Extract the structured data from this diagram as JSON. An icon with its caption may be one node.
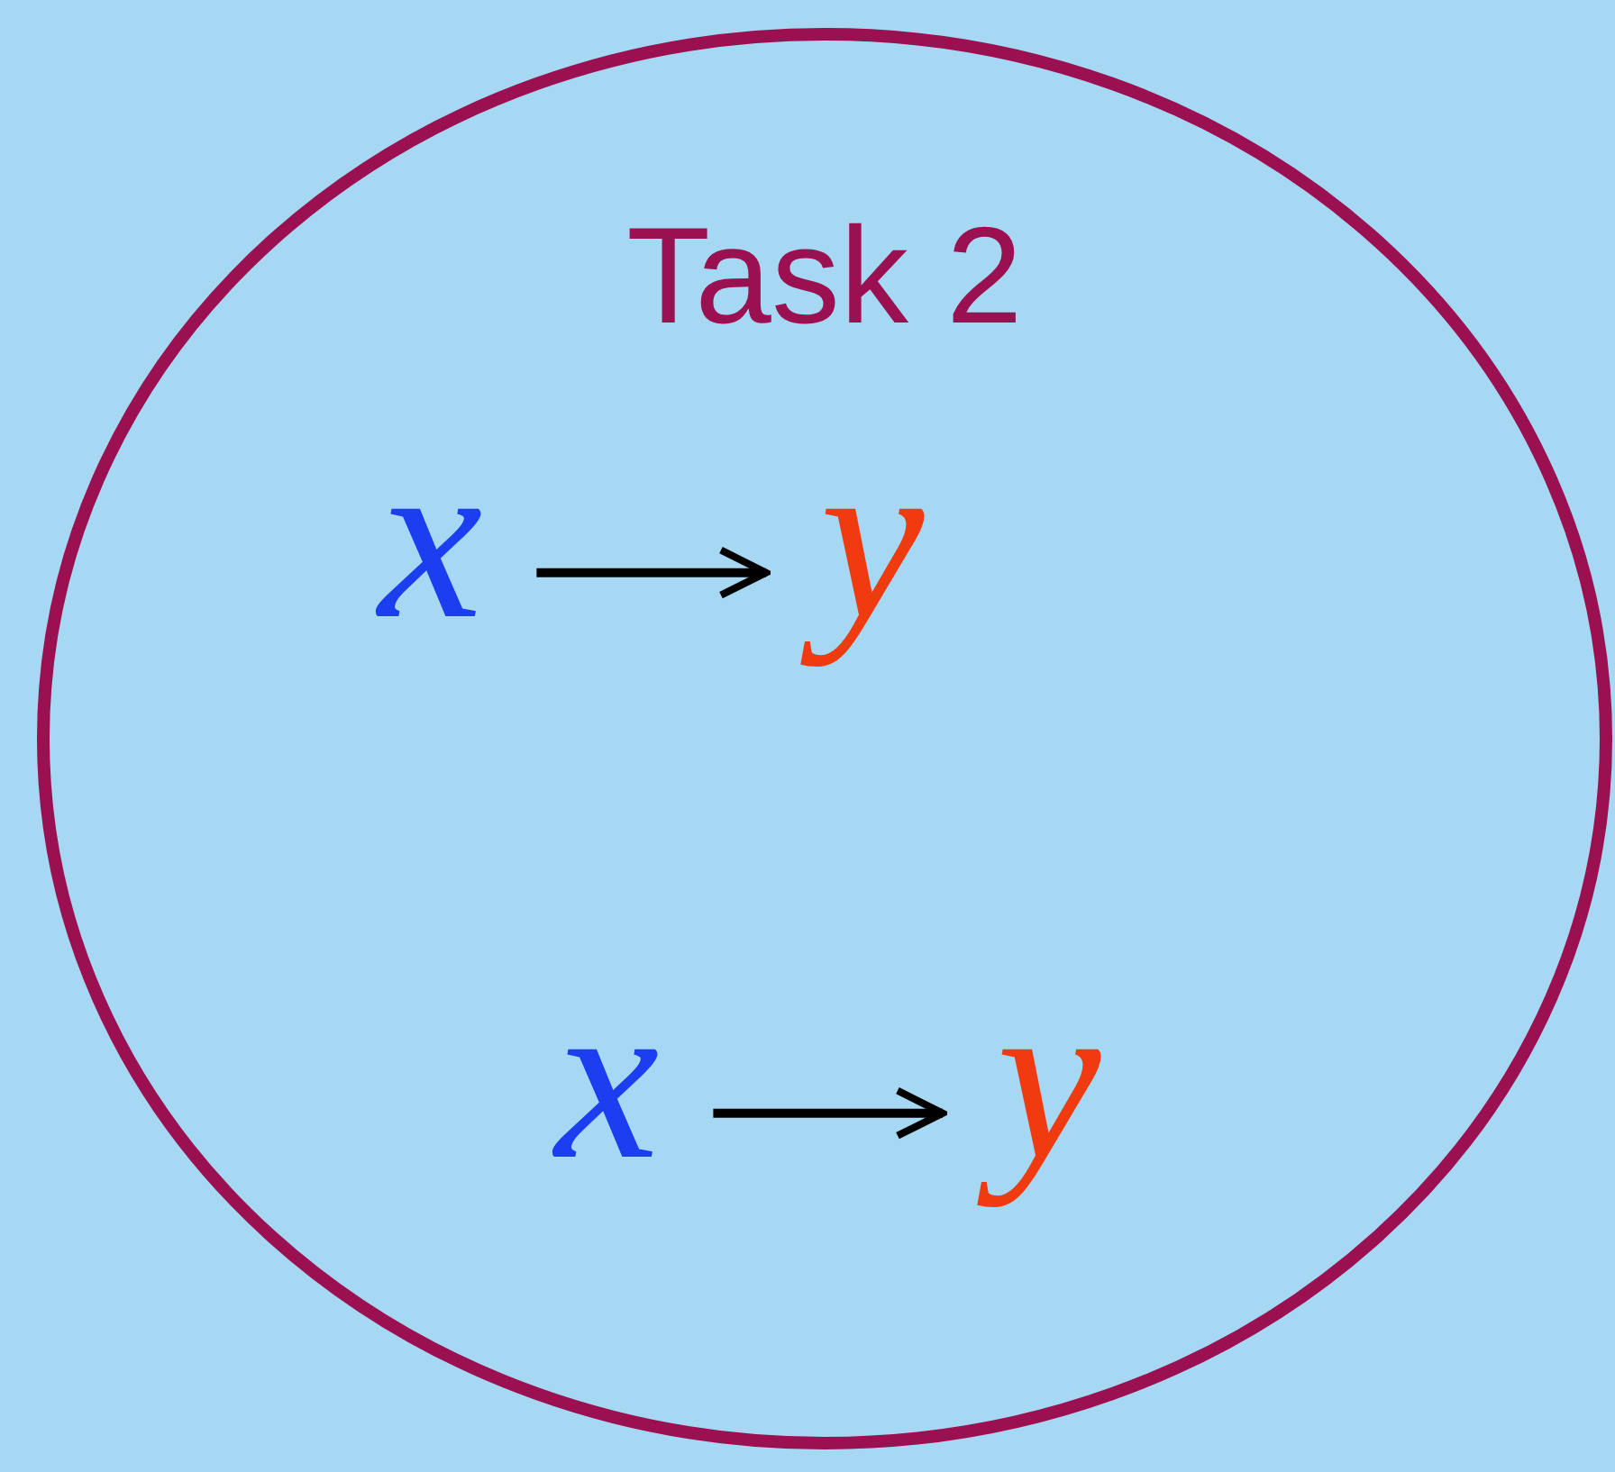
{
  "diagram": {
    "nodes": [
      {
        "text": [
          "Task 2"
        ]
      },
      {
        "text": [
          "x"
        ],
        "in": 0
      },
      {
        "text": [
          "y"
        ],
        "in": 0
      },
      {
        "text": [
          "x"
        ],
        "in": 0
      },
      {
        "text": [
          "y"
        ],
        "in": 0
      }
    ],
    "edges": [
      {
        "from": 1,
        "to": 2,
        "arrow": "to"
      },
      {
        "from": 3,
        "to": 4,
        "arrow": "to"
      }
    ]
  }
}
